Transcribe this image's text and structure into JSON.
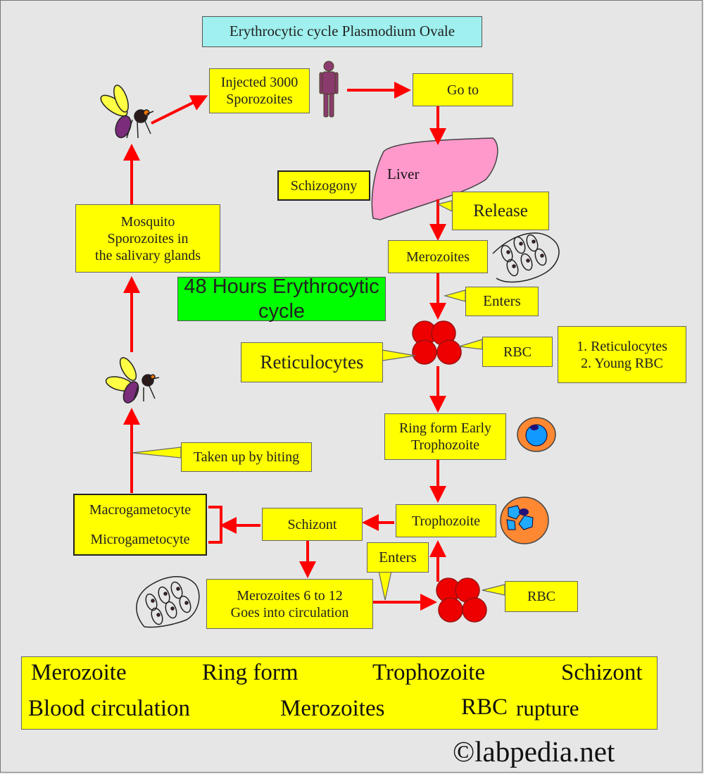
{
  "title": "Erythrocytic cycle Plasmodium Ovale",
  "injected": [
    "Injected 3000",
    "Sporozoites"
  ],
  "go_to": "Go to",
  "liver": "Liver",
  "schizogony": "Schizogony",
  "release": "Release",
  "merozoites": "Merozoites",
  "mosquito": [
    "Mosquito",
    "Sporozoites in",
    "the salivary glands"
  ],
  "cycle_48": "48 Hours Erythrocytic cycle",
  "enters_1": "Enters",
  "reticulocytes": "Reticulocytes",
  "rbc_1": "RBC",
  "rbc_types": [
    "1. Reticulocytes",
    "2. Young RBC"
  ],
  "ring_form": [
    "Ring form Early",
    "Trophozoite"
  ],
  "taken_up": "Taken up by biting",
  "gametocytes": [
    "Macrogametocyte",
    "Microgametocyte"
  ],
  "schizont": "Schizont",
  "trophozoite": "Trophozoite",
  "enters_2": "Enters",
  "merozoites_circ": [
    "Merozoites 6 to 12",
    "Goes into circulation"
  ],
  "rbc_2": "RBC",
  "summary": {
    "row1": [
      "Merozoite",
      "Ring form",
      "Trophozoite",
      "Schizont"
    ],
    "row2": [
      "Blood circulation",
      "Merozoites",
      "RBC",
      "rupture"
    ]
  },
  "copyright": "©labpedia.net",
  "colors": {
    "yellow": "#ffff00",
    "cyan": "#9ff0ee",
    "green": "#00ff00",
    "red": "#ff0000",
    "pink": "#ff99cc"
  }
}
